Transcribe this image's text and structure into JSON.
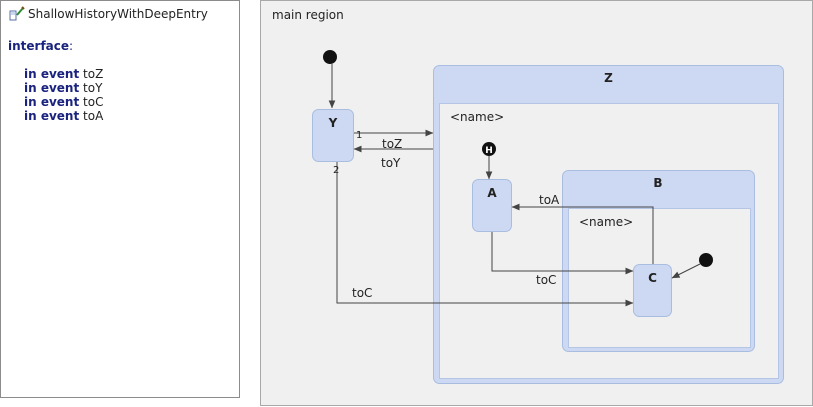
{
  "interface_panel": {
    "title": "ShallowHistoryWithDeepEntry",
    "heading": "interface",
    "heading_colon": ":",
    "event_keyword": "in event",
    "events": [
      "toZ",
      "toY",
      "toC",
      "toA"
    ]
  },
  "diagram": {
    "region_label": "main region",
    "states": {
      "Y": "Y",
      "Z": "Z",
      "A": "A",
      "B": "B",
      "C": "C"
    },
    "region_name_z": "<name>",
    "region_name_b": "<name>",
    "history_marker": "H",
    "transitions": {
      "y_to_z": "toZ",
      "z_to_y": "toY",
      "y_to_c": "toC",
      "a_to_c": "toC",
      "c_to_a": "toA"
    },
    "priorities": {
      "first": "1",
      "second": "2"
    }
  },
  "colors": {
    "state_fill": "#cdd9f2",
    "state_border": "#a9bde0",
    "region_fill": "#f0f0f0",
    "edge": "#444444"
  }
}
